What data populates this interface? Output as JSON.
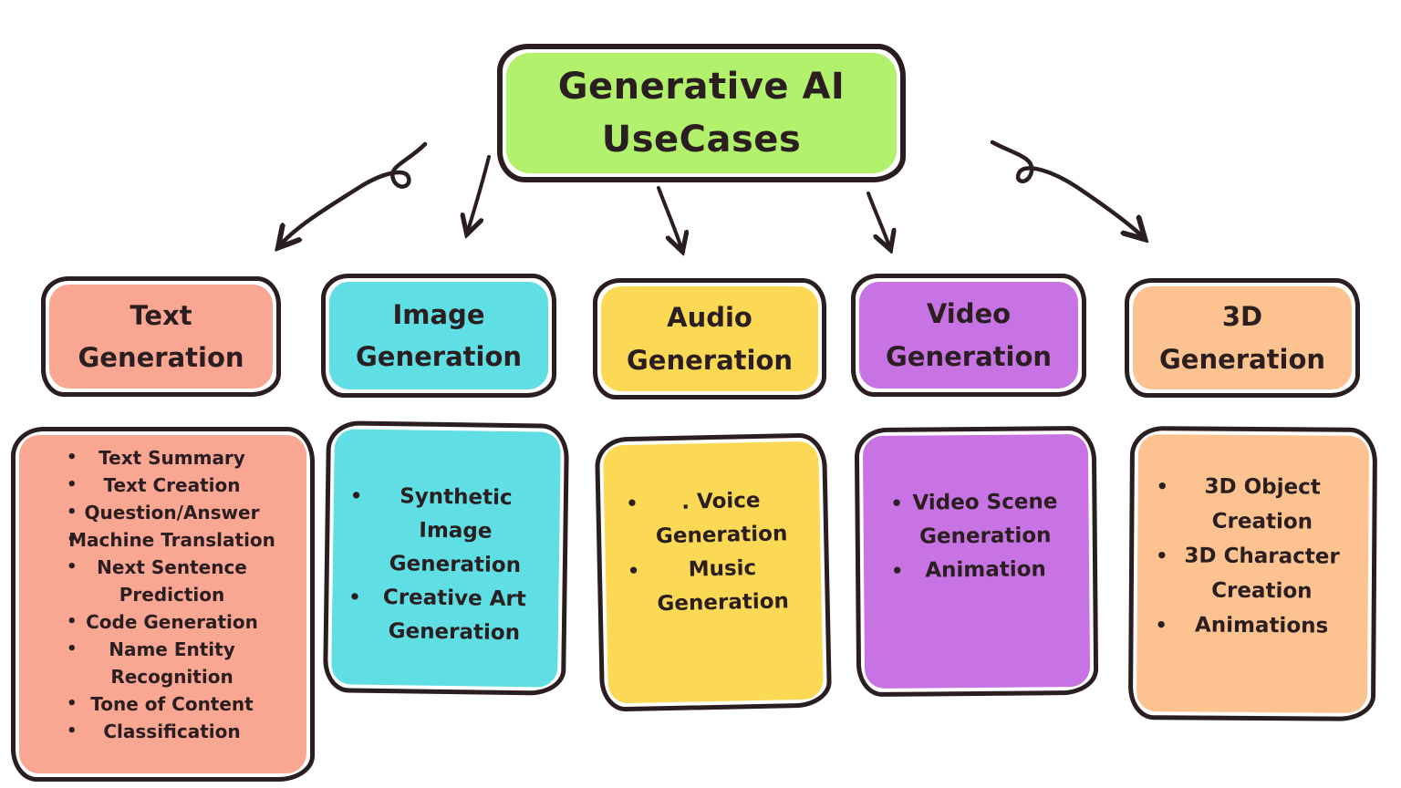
{
  "title": {
    "text": "Generative AI\nUseCases",
    "bg": "#b2f16b"
  },
  "ink": "#2a1e20",
  "columns": [
    {
      "label": "Text\nGeneration",
      "color": "#f9a693",
      "items": [
        "Text Summary",
        "Text Creation",
        "Question/Answer",
        "Machine Translation",
        "Next Sentence Prediction",
        "Code Generation",
        "Name Entity Recognition",
        "Tone of Content",
        "Classification"
      ]
    },
    {
      "label": "Image\nGeneration",
      "color": "#5fdfe3",
      "items": [
        "Synthetic Image Generation",
        "Creative Art Generation"
      ]
    },
    {
      "label": "Audio\nGeneration",
      "color": "#fbd954",
      "items": [
        ". Voice Generation",
        "Music Generation"
      ]
    },
    {
      "label": "Video\nGeneration",
      "color": "#c873e3",
      "items": [
        "Video Scene Generation",
        "Animation"
      ]
    },
    {
      "label": "3D\nGeneration",
      "color": "#fcc391",
      "items": [
        "3D Object Creation",
        "3D Character Creation",
        "Animations"
      ]
    }
  ]
}
